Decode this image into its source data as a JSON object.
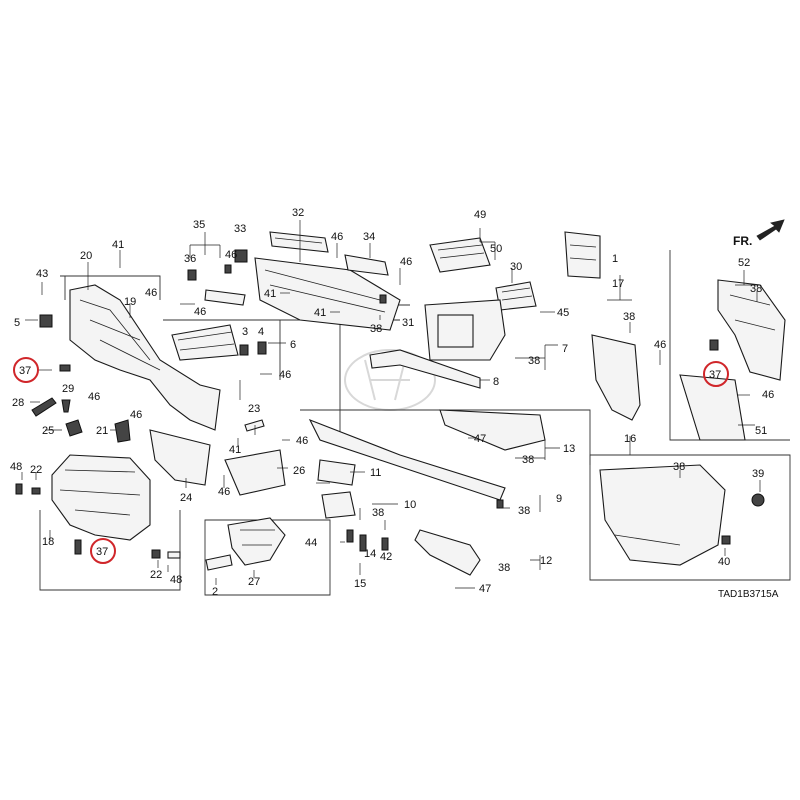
{
  "diagram_code": "TAD1B3715A",
  "direction_label": "FR.",
  "accent_circle_color": "#d0262a",
  "callouts": {
    "c1": "1",
    "c2": "2",
    "c3": "3",
    "c4": "4",
    "c5": "5",
    "c6": "6",
    "c7": "7",
    "c8": "8",
    "c9": "9",
    "c10": "10",
    "c11": "11",
    "c12": "12",
    "c13": "13",
    "c14": "14",
    "c15": "15",
    "c16": "16",
    "c17": "17",
    "c18": "18",
    "c19": "19",
    "c20": "20",
    "c21": "21",
    "c22": "22",
    "c23": "23",
    "c24": "24",
    "c25": "25",
    "c26": "26",
    "c27": "27",
    "c28": "28",
    "c29": "29",
    "c30": "30",
    "c31": "31",
    "c32": "32",
    "c33": "33",
    "c34": "34",
    "c35": "35",
    "c36": "36",
    "c37": "37",
    "c38": "38",
    "c39": "39",
    "c40": "40",
    "c41": "41",
    "c42": "42",
    "c43": "43",
    "c44": "44",
    "c45": "45",
    "c46": "46",
    "c47": "47",
    "c48": "48",
    "c49": "49",
    "c50": "50",
    "c51": "51",
    "c52": "52"
  },
  "highlighted_parts": [
    "37"
  ]
}
